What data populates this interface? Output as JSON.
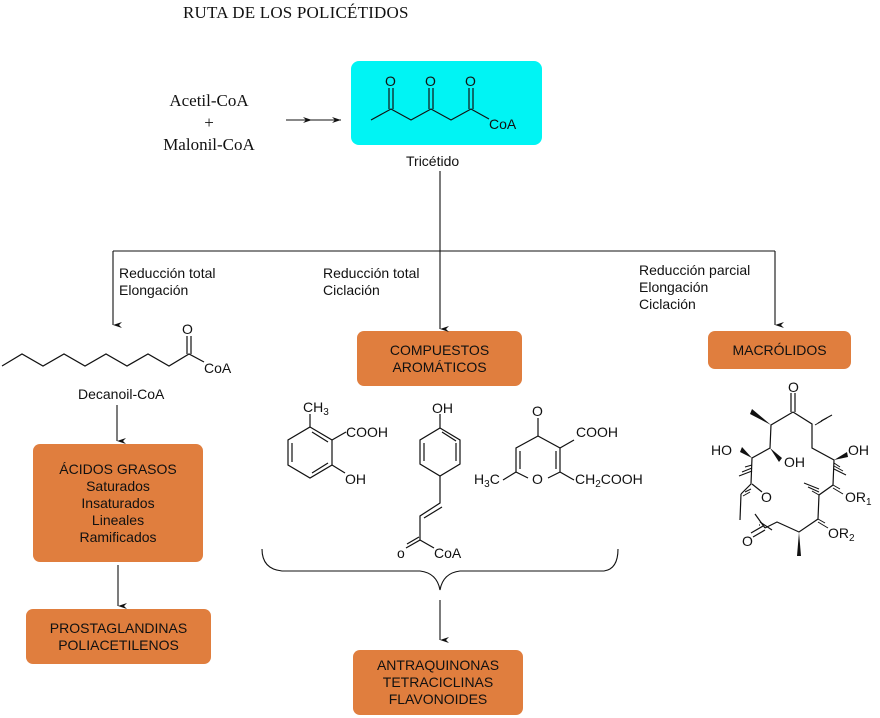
{
  "title": "RUTA DE LOS POLICÉTIDOS",
  "precursors": {
    "acetyl": "Acetil-CoA",
    "plus": "+",
    "malonyl": "Malonil-CoA"
  },
  "triketide": {
    "label": "Tricétido",
    "coa": "CoA",
    "oxygen": "O",
    "box_color": "#00f4f4"
  },
  "branches": [
    {
      "conditions": [
        "Reducción total",
        "Elongación"
      ],
      "intermediate": "Decanoil-CoA",
      "coa": "CoA",
      "oxygen": "O",
      "box": {
        "title": "ÁCIDOS GRASOS",
        "items": [
          "Saturados",
          "Insaturados",
          "Lineales",
          "Ramificados"
        ]
      },
      "product_box": [
        "PROSTAGLANDINAS",
        "POLIACETILENOS"
      ]
    },
    {
      "conditions": [
        "Reducción total",
        "Ciclación"
      ],
      "box": [
        "COMPUESTOS",
        "AROMÁTICOS"
      ],
      "structures": {
        "s1": {
          "ch3": "CH",
          "ch3_sub": "3",
          "cooh": "COOH",
          "oh": "OH"
        },
        "s2": {
          "oh": "OH",
          "o": "o",
          "coa": "CoA"
        },
        "s3": {
          "o_top": "O",
          "cooh": "COOH",
          "h3c_h": "H",
          "h3c_sub": "3",
          "h3c_c": "C",
          "o_ring": "O",
          "ch2": "CH",
          "ch2_sub": "2",
          "ch2cooh": "COOH"
        }
      },
      "product_box": [
        "ANTRAQUINONAS",
        "TETRACICLINAS",
        "FLAVONOIDES"
      ]
    },
    {
      "conditions": [
        "Reducción parcial",
        "Elongación",
        "Ciclación"
      ],
      "box": [
        "MACRÓLIDOS"
      ],
      "structure": {
        "o_top": "O",
        "ho": "HO",
        "oh_inner": "OH",
        "oh_right": "OH",
        "o_ring": "O",
        "o_ester": "O",
        "or1": "OR",
        "r1_sub": "1",
        "or2": "OR",
        "r2_sub": "2"
      }
    }
  ],
  "colors": {
    "box_orange": "#e07e3e",
    "line": "#111111"
  }
}
